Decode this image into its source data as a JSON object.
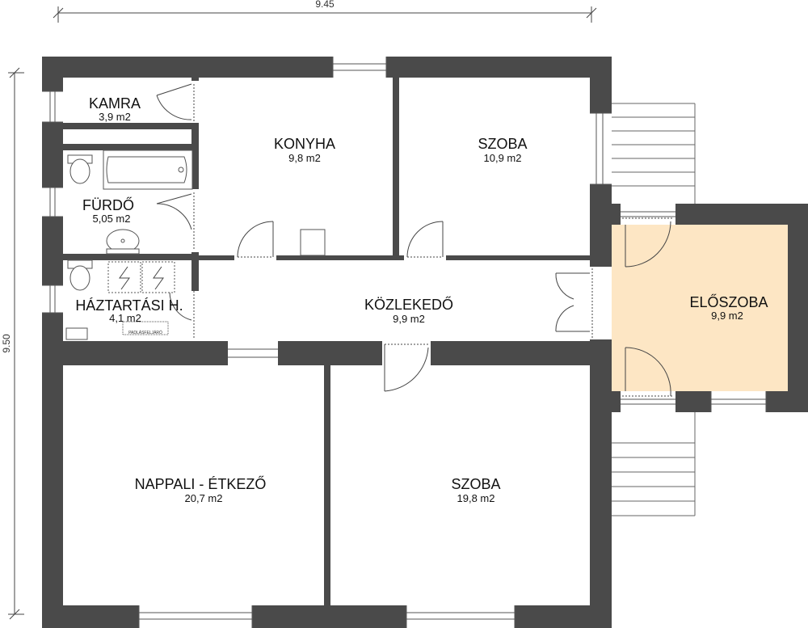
{
  "dimensions": {
    "width_label": "9.45",
    "height_label": "9.50"
  },
  "rooms": {
    "kamra": {
      "name": "KAMRA",
      "area": "3,9 m2"
    },
    "konyha": {
      "name": "KONYHA",
      "area": "9,8 m2"
    },
    "szoba_top": {
      "name": "SZOBA",
      "area": "10,9 m2"
    },
    "furdo": {
      "name": "FÜRDŐ",
      "area": "5,05 m2"
    },
    "haztartasi": {
      "name": "HÁZTARTÁSI H.",
      "area": "4,1 m2"
    },
    "kozlekedo": {
      "name": "KÖZLEKEDŐ",
      "area": "9,9 m2"
    },
    "eloszoba": {
      "name": "ELŐSZOBA",
      "area": "9,9 m2"
    },
    "nappali": {
      "name": "NAPPALI - ÉTKEZŐ",
      "area": "20,7 m2"
    },
    "szoba_bottom": {
      "name": "SZOBA",
      "area": "19,8 m2"
    }
  },
  "annotations": {
    "attic_access": "PADLÁSFELJÁRÓ"
  },
  "colors": {
    "wall": "#4a4a4a",
    "eloszoba_fill": "#fde6c4",
    "background": "#ffffff"
  }
}
